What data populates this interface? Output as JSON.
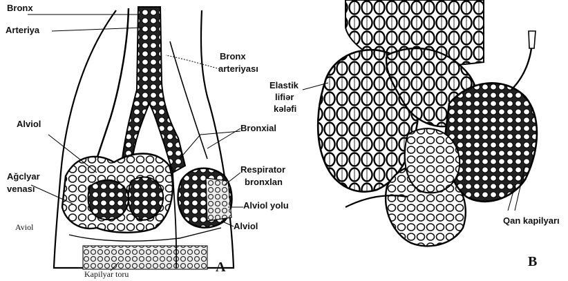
{
  "panel_a": {
    "letter": "A",
    "labels": {
      "bronx": "Bronx",
      "arteriya": "Arteriya",
      "bronx_arteriyasi_1": "Bronx",
      "bronx_arteriyasi_2": "arteriyası",
      "alviol_top": "Alviol",
      "bronxial": "Bronxial",
      "respirator_1": "Respirator",
      "respirator_2": "bronxlan",
      "agciyar_1": "Ağclyar",
      "agciyar_2": "venası",
      "alviol_yolu": "Alviol yolu",
      "aviol": "Aviol",
      "alviol_bottom": "Alviol",
      "kapilyar_toru": "Kapilyar toru"
    }
  },
  "panel_b": {
    "letter": "B",
    "labels": {
      "elastik_1": "Elastik",
      "elastik_2": "lifiər",
      "elastik_3": "kələfi",
      "qan_kapilyari": "Qan kapilyarı"
    }
  }
}
